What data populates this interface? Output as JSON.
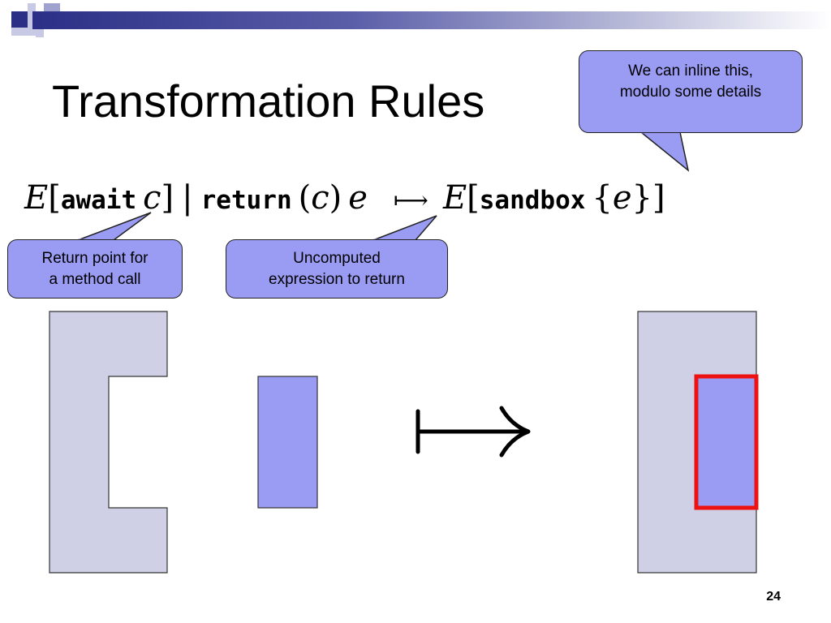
{
  "slide": {
    "title": "Transformation Rules",
    "page_number": "24"
  },
  "callouts": {
    "top_right": [
      "We can inline this,",
      "modulo some details"
    ],
    "return_point": [
      "Return point for",
      "a method call"
    ],
    "uncomputed": [
      "Uncomputed",
      "expression to return"
    ]
  },
  "formula": {
    "lhs_ctx": "E",
    "await_kw": "await",
    "await_var": "c",
    "bar": "|",
    "return_kw": "return",
    "return_var": "c",
    "return_expr": "e",
    "mapsto": "⟼",
    "rhs_ctx": "E",
    "sandbox_kw": "sandbox",
    "sandbox_expr": "e"
  },
  "colors": {
    "callout_fill": "#9a9cf4",
    "context_fill": "#cfd0e6",
    "expr_fill": "#9a9cf4",
    "highlight_border": "#ee1111",
    "header_bar": "#2b2f86"
  }
}
